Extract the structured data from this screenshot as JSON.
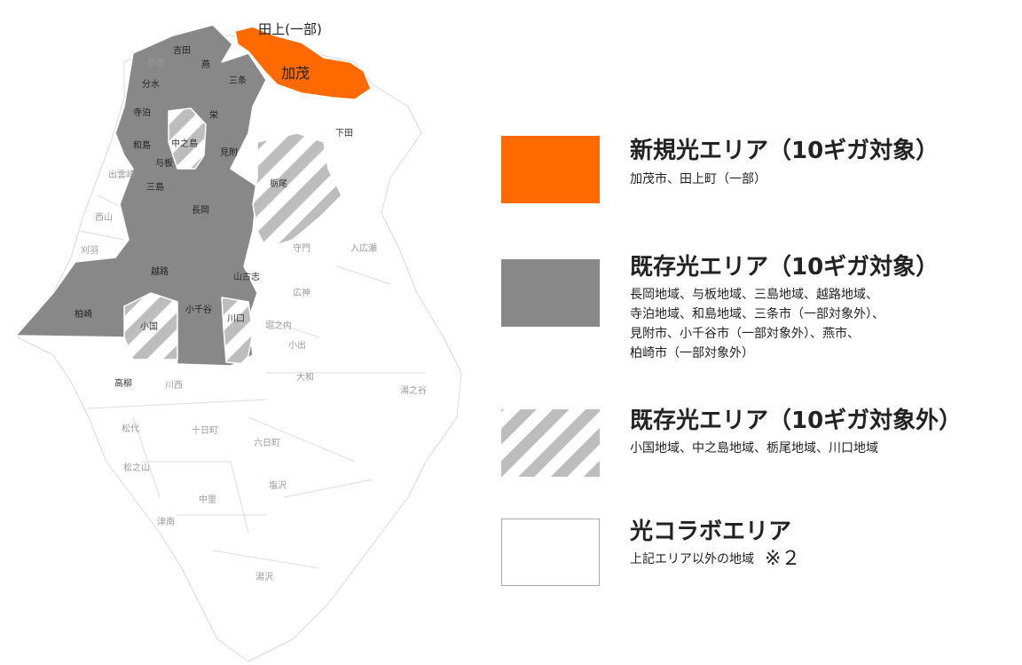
{
  "legend": {
    "items": [
      {
        "title": "新規光エリア（10ギガ対象）",
        "desc_lines": [
          "加茂市、田上町（一部）"
        ],
        "color": "#ff6a00"
      },
      {
        "title": "既存光エリア（10ギガ対象）",
        "desc_lines": [
          "長岡地域、与板地域、三島地域、越路地域、",
          "寺泊地域、和島地域、三条市（一部対象外）、",
          "見附市、小千谷市（一部対象外）、燕市、",
          "柏崎市（一部対象外）"
        ],
        "color": "#888888"
      },
      {
        "title": "既存光エリア（10ギガ対象外）",
        "desc_lines": [
          "小国地域、中之島地域、栃尾地域、川口地域"
        ],
        "color": "#bdbdbd"
      },
      {
        "title": "光コラボエリア",
        "desc_lines": [
          "上記エリア以外の地域"
        ],
        "note": "※２",
        "color": "#ffffff"
      }
    ]
  },
  "map": {
    "labels": {
      "tagami": "田上(一部)",
      "kamo": "加茂",
      "yoshida": "吉田",
      "yahiko": "弥彦",
      "tsubame": "燕",
      "bunsui": "分水",
      "sanjo": "三条",
      "teradomari": "寺泊",
      "sakae": "栄",
      "shimoda": "下田",
      "washima": "和島",
      "nakanoshima": "中之島",
      "mitsuke": "見附",
      "yoita": "与板",
      "izumozaki": "出雲崎",
      "tochio": "栃尾",
      "mishima": "三島",
      "nagaoka": "長岡",
      "nishiyama": "西山",
      "kariwa": "刈羽",
      "kashiwazaki": "柏崎",
      "koshiji": "越路",
      "yamakoshi": "山古志",
      "oguni": "小国",
      "ojiya": "小千谷",
      "kawaguchi": "川口",
      "horinouchi": "堀之内",
      "koide": "小出",
      "hirokami": "広神",
      "moriakado": "守門",
      "irihirose": "入広瀬",
      "yamato": "大和",
      "yunotani": "湯之谷",
      "takayanagi": "高柳",
      "kawanishi": "川西",
      "matsudai": "松代",
      "tokamachi": "十日町",
      "muikamachi": "六日町",
      "matsunoyama": "松之山",
      "nakasato": "中里",
      "shiozawa": "塩沢",
      "tsunan": "津南",
      "yuzawa": "湯沢"
    }
  }
}
